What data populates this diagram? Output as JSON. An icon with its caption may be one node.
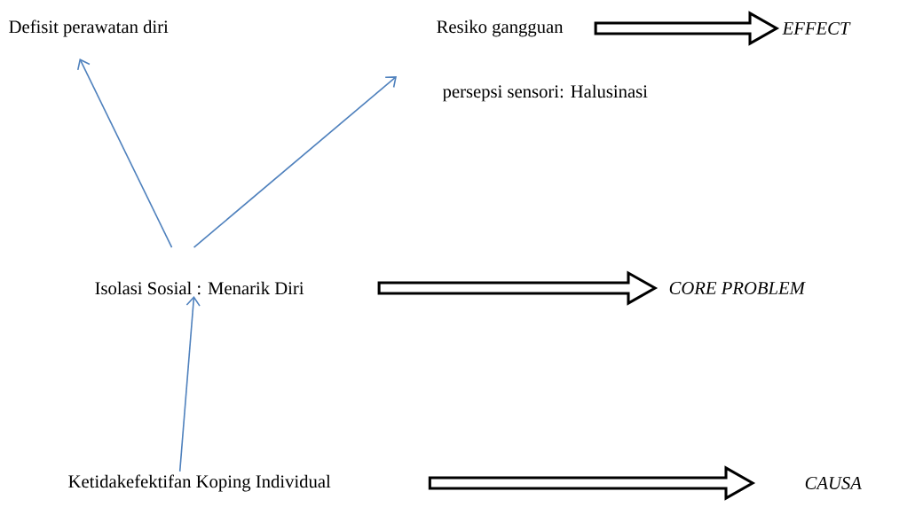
{
  "diagram": {
    "nodes": [
      {
        "text": [
          "Defisit perawatan diri"
        ]
      },
      {
        "text": [
          "Resiko gangguan",
          "persepsi sensori: Halusinasi"
        ]
      },
      {
        "text": [
          "EFFECT"
        ]
      },
      {
        "text": [
          "Isolasi Sosial : Menarik Diri"
        ]
      },
      {
        "text": [
          "CORE PROBLEM"
        ]
      },
      {
        "text": [
          "Ketidakefektifan Koping Individual"
        ]
      },
      {
        "text": [
          "CAUSA"
        ]
      }
    ],
    "edges": [
      {
        "from": 3,
        "to": 0,
        "arrow": "to",
        "color": "#4f81bd"
      },
      {
        "from": 3,
        "to": 1,
        "arrow": "to",
        "color": "#4f81bd"
      },
      {
        "from": 5,
        "to": 3,
        "arrow": "to",
        "color": "#4f81bd"
      },
      {
        "from": 1,
        "to": 2,
        "arrow": "to",
        "style": "thick"
      },
      {
        "from": 3,
        "to": 4,
        "arrow": "to",
        "style": "thick"
      },
      {
        "from": 5,
        "to": 6,
        "arrow": "to",
        "style": "thick"
      }
    ]
  }
}
